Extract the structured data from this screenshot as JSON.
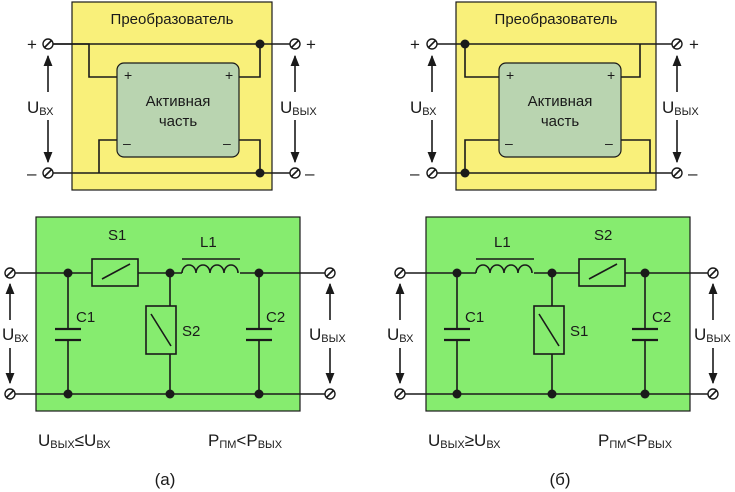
{
  "colors": {
    "converter_fill": "#f9f07a",
    "active_part_fill": "#b9d4b0",
    "circuit_fill": "#86ec6f",
    "line": "#1a1a1a"
  },
  "converter": {
    "title": "Преобразователь",
    "active_part_line1": "Активная",
    "active_part_line2": "часть",
    "plus": "+",
    "minus": "–"
  },
  "voltage": {
    "u": "U",
    "sub_in": "ВХ",
    "sub_out": "ВЫХ"
  },
  "components": {
    "left": {
      "series_switch": "S1",
      "inductor": "L1",
      "shunt_switch": "S2",
      "c_in": "C1",
      "c_out": "C2"
    },
    "right": {
      "series_switch": "S2",
      "inductor": "L1",
      "shunt_switch": "S1",
      "c_in": "C1",
      "c_out": "C2"
    }
  },
  "conditions": {
    "left": {
      "u": "U",
      "sub_out": "ВЫХ",
      "op": "≤",
      "sub_in": "ВХ"
    },
    "right": {
      "u": "U",
      "sub_out": "ВЫХ",
      "op": "≥",
      "sub_in": "ВХ"
    },
    "power": {
      "p": "P",
      "sub_pm": "ПМ",
      "op": "<",
      "sub_out": "ВЫХ"
    }
  },
  "panel_labels": [
    "(а)",
    "(б)"
  ]
}
